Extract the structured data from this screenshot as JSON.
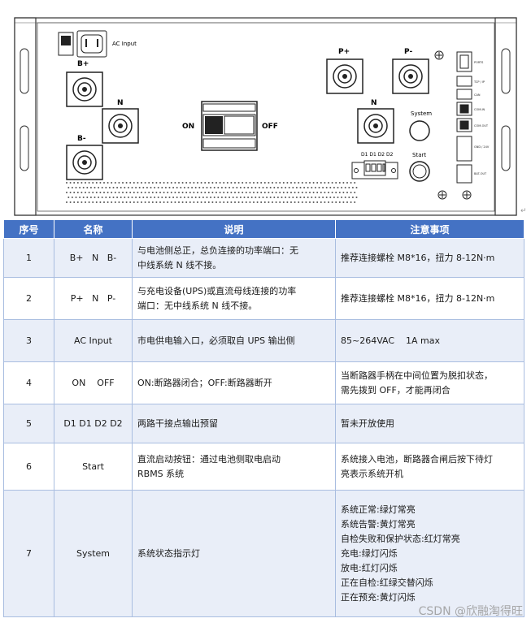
{
  "panel": {
    "ac_input_label": "AC Input",
    "b_plus": "B+",
    "b_minus": "B-",
    "n_left": "N",
    "on": "ON",
    "off": "OFF",
    "p_plus": "P+",
    "p_minus": "P-",
    "n_right": "N",
    "system": "System",
    "start": "Start",
    "d_labels": "D1 D1 D2 D2"
  },
  "table": {
    "headers": [
      "序号",
      "名称",
      "说明",
      "注意事项"
    ],
    "rows": [
      {
        "num": "1",
        "name": "B+   N   B-",
        "desc": [
          "与电池侧总正，总负连接的功率端口：无",
          "中线系统 N 线不接。"
        ],
        "note": [
          "推荐连接螺栓 M8*16，扭力 8-12N·m"
        ]
      },
      {
        "num": "2",
        "name": "P+   N   P-",
        "desc": [
          "与充电设备(UPS)或直流母线连接的功率",
          "端口：无中线系统 N 线不接。"
        ],
        "note": [
          "推荐连接螺栓 M8*16，扭力 8-12N·m"
        ]
      },
      {
        "num": "3",
        "name": "AC Input",
        "desc": [
          "市电供电输入口，必须取自 UPS 输出侧"
        ],
        "note": [
          "85~264VAC    1A max"
        ]
      },
      {
        "num": "4",
        "name": "ON    OFF",
        "desc": [
          "ON:断路器闭合；OFF:断路器断开"
        ],
        "note": [
          "当断路器手柄在中间位置为脱扣状态，",
          "需先拨到 OFF，才能再闭合"
        ]
      },
      {
        "num": "5",
        "name": "D1 D1 D2 D2",
        "desc": [
          "两路干接点输出预留"
        ],
        "note": [
          "暂未开放使用"
        ]
      },
      {
        "num": "6",
        "name": "Start",
        "desc": [
          "直流启动按钮：通过电池侧取电启动",
          "RBMS 系统"
        ],
        "note": [
          "系统接入电池，断路器合闸后按下待灯",
          "亮表示系统开机"
        ]
      },
      {
        "num": "7",
        "name": "System",
        "desc": [
          "系统状态指示灯"
        ],
        "note": [
          "系统正常:绿灯常亮",
          "系统告警:黄灯常亮",
          "自检失败和保护状态:红灯常亮",
          "充电:绿灯闪烁",
          "放电:红灯闪烁",
          "正在自检:红绿交替闪烁",
          "正在预充:黄灯闪烁"
        ]
      }
    ]
  },
  "watermark": "CSDN @欣融淘得旺"
}
